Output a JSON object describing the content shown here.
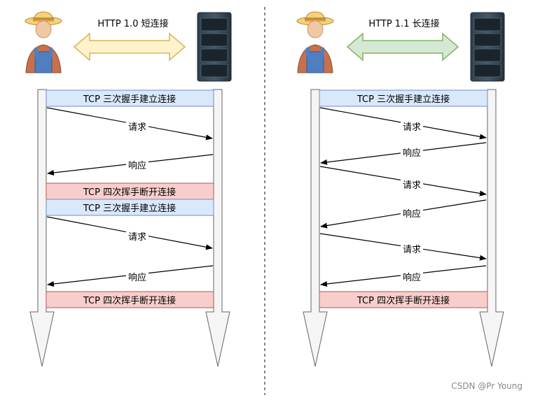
{
  "left": {
    "title": "HTTP 1.0 短连接",
    "arrow_color": "#fff2cc",
    "arrow_stroke": "#d6b656",
    "boxes": [
      {
        "text": "TCP 三次握手建立连接",
        "kind": "open"
      },
      {
        "text": "TCP 四次挥手断开连接",
        "kind": "close"
      },
      {
        "text": "TCP 三次握手建立连接",
        "kind": "open"
      },
      {
        "text": "TCP 四次挥手断开连接",
        "kind": "close"
      }
    ],
    "messages": [
      "请求",
      "响应",
      "请求",
      "响应"
    ]
  },
  "right": {
    "title": "HTTP 1.1 长连接",
    "arrow_color": "#d5e8d4",
    "arrow_stroke": "#82b366",
    "boxes": [
      {
        "text": "TCP 三次握手建立连接",
        "kind": "open"
      },
      {
        "text": "TCP 四次挥手断开连接",
        "kind": "close"
      }
    ],
    "messages": [
      "请求",
      "响应",
      "请求",
      "响应",
      "请求",
      "响应"
    ]
  },
  "watermark": "CSDN @Pr Young",
  "colors": {
    "open_fill": "#dae8fc",
    "open_stroke": "#6c8ebf",
    "close_fill": "#f8cecc",
    "close_stroke": "#b85450",
    "lifeline_fill": "#f5f5f5",
    "lifeline_stroke": "#666666"
  }
}
